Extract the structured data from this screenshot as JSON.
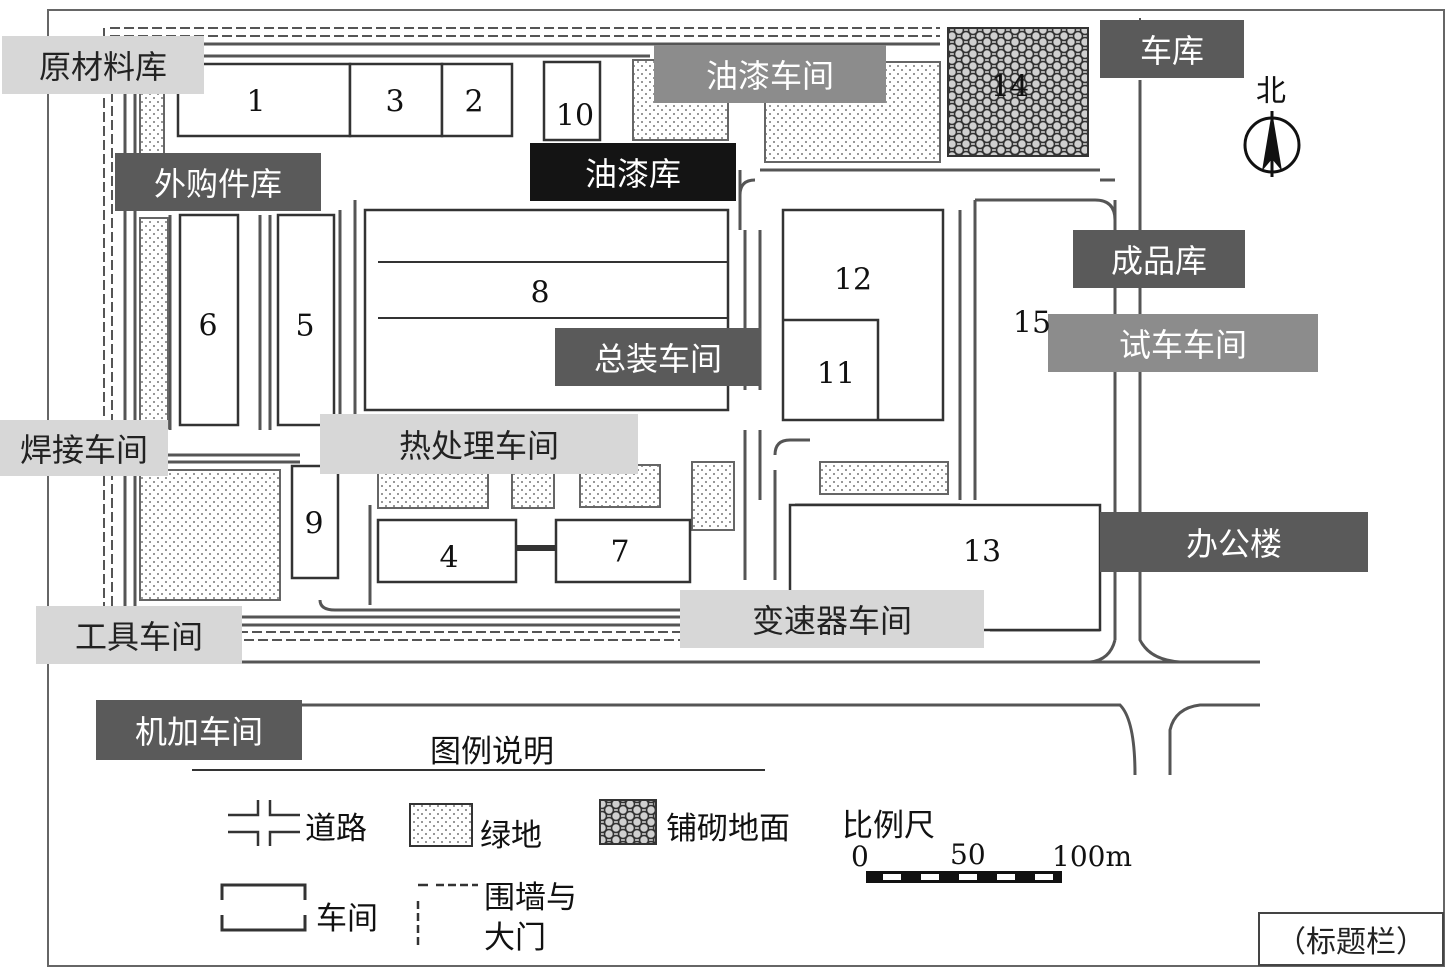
{
  "labels": {
    "raw_material": "原材料库",
    "purchased_parts": "外购件库",
    "welding": "焊接车间",
    "tool_shop": "工具车间",
    "machining": "机加车间",
    "paint_shop": "油漆车间",
    "paint_store": "油漆库",
    "final_assembly": "总装车间",
    "heat_treatment": "热处理车间",
    "gearbox": "变速器车间",
    "garage": "车库",
    "finished_goods": "成品库",
    "test_drive": "试车车间",
    "office": "办公楼"
  },
  "numbers": {
    "n1": "1",
    "n2": "2",
    "n3": "3",
    "n4": "4",
    "n5": "5",
    "n6": "6",
    "n7": "7",
    "n8": "8",
    "n9": "9",
    "n10": "10",
    "n11": "11",
    "n12": "12",
    "n13": "13",
    "n14": "14",
    "n15": "15"
  },
  "compass": {
    "label": "北"
  },
  "legend": {
    "title": "图例说明",
    "road": "道路",
    "green": "绿地",
    "paved": "铺砌地面",
    "scale_title": "比例尺",
    "scale_0": "0",
    "scale_50": "50",
    "scale_100": "100m",
    "workshop": "车间",
    "wall_gate_1": "围墙与",
    "wall_gate_2": "大门"
  },
  "title_block": "（标题栏）"
}
